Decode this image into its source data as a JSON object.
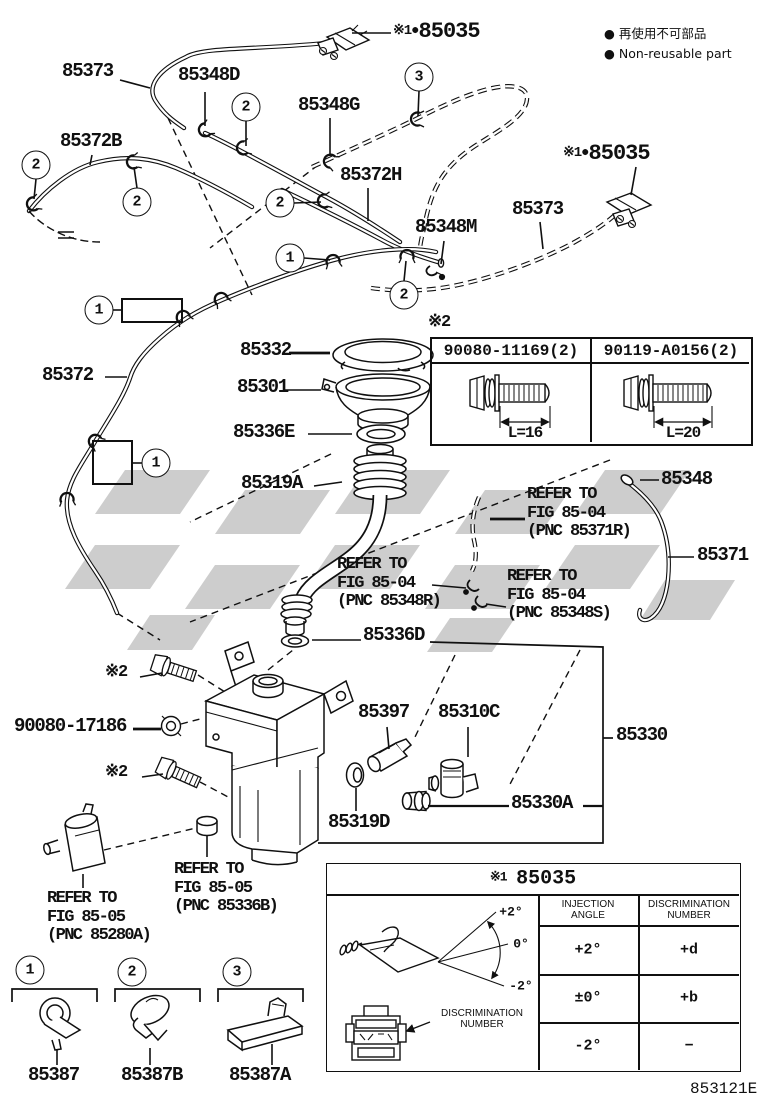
{
  "legend": {
    "non_reusable_jp": "● 再使用不可部品",
    "non_reusable_en": "● Non-reusable part"
  },
  "figure_code": "853121E",
  "callouts": {
    "one": "1",
    "two": "2",
    "three": "3"
  },
  "labels": {
    "p85035_top_prefix": "※1●",
    "p85035_top_num": "85035",
    "p85035_right_prefix": "※1●",
    "p85035_right_num": "85035",
    "p85373_left": "85373",
    "p85348D": "85348D",
    "p85348G": "85348G",
    "p85372B": "85372B",
    "p85372H": "85372H",
    "p85373_right": "85373",
    "p85348M": "85348M",
    "p85372": "85372",
    "p85332": "85332",
    "p85301": "85301",
    "p85336E": "85336E",
    "p85319A": "85319A",
    "p85348": "85348",
    "p85371": "85371",
    "p85336D": "85336D",
    "star2": "※2",
    "p90080_17186": "90080-17186",
    "p85397": "85397",
    "p85310C": "85310C",
    "p85330": "85330",
    "p85330A": "85330A",
    "p85319D": "85319D",
    "p85387": "85387",
    "p85387B": "85387B",
    "p85387A": "85387A"
  },
  "refer_notes": {
    "r85371R": {
      "l1": "REFER TO",
      "l2": "FIG 85-04",
      "l3": "(PNC 85371R)"
    },
    "r85348R": {
      "l1": "REFER TO",
      "l2": "FIG 85-04",
      "l3": "(PNC 85348R)"
    },
    "r85348S": {
      "l1": "REFER TO",
      "l2": "FIG 85-04",
      "l3": "(PNC 85348S)"
    },
    "r85280A": {
      "l1": "REFER TO",
      "l2": "FIG 85-05",
      "l3": "(PNC 85280A)"
    },
    "r85336B": {
      "l1": "REFER TO",
      "l2": "FIG 85-05",
      "l3": "(PNC 85336B)"
    }
  },
  "bolt_table": {
    "note": "※2",
    "col1": "90080-11169(2)",
    "col2": "90119-A0156(2)",
    "len1": "L=16",
    "len2": "L=20"
  },
  "nozzle_table": {
    "title_prefix": "※1",
    "title_num": "85035",
    "col1_header": "INJECTION ANGLE",
    "col2_header": "DISCRIMINATION NUMBER",
    "rows": [
      {
        "angle": "+2°",
        "num": "+d"
      },
      {
        "angle": "±0°",
        "num": "+b"
      },
      {
        "angle": "-2°",
        "num": "−"
      }
    ],
    "fan_labels": {
      "plus2": "+2°",
      "zero": "0°",
      "minus2": "-2°"
    },
    "annotation_l1": "DISCRIMINATION",
    "annotation_l2": "NUMBER"
  }
}
